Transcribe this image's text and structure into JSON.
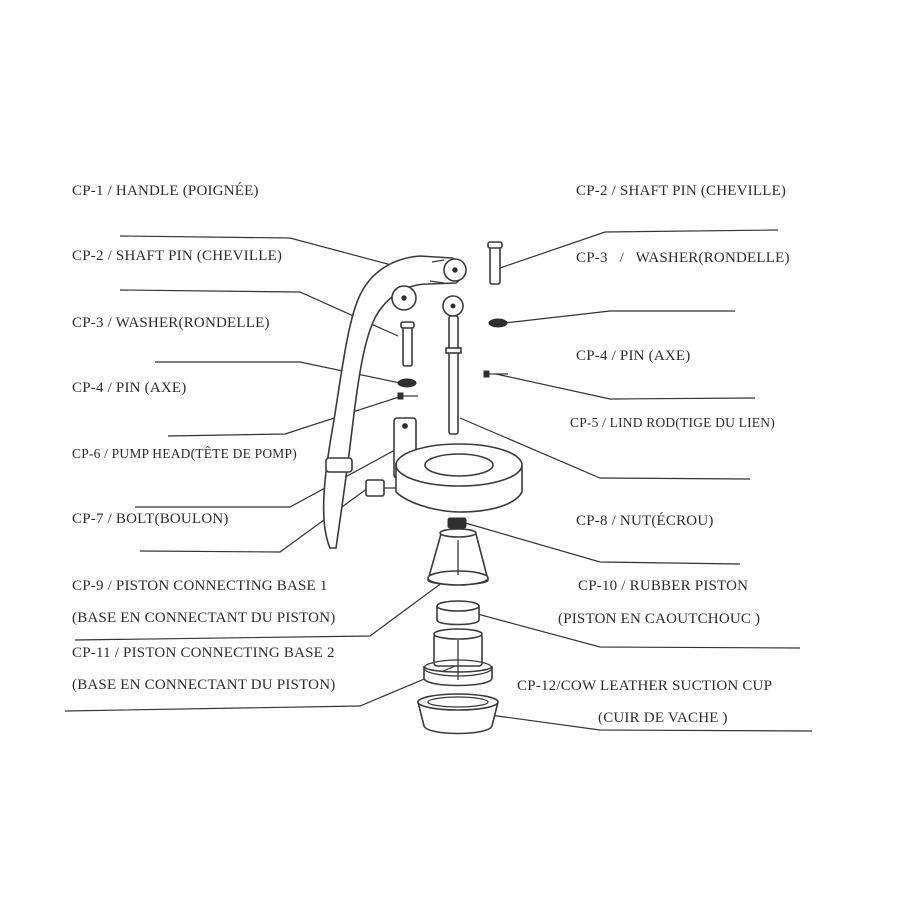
{
  "labels": {
    "cp1": "CP-1 / HANDLE (POIGNÉE)",
    "cp2_left": "CP-2 / SHAFT PIN (CHEVILLE)",
    "cp3_left": "CP-3 / WASHER(RONDELLE)",
    "cp4_left": "CP-4 / PIN (AXE)",
    "cp6": "CP-6 / PUMP HEAD(TÊTE DE POMP)",
    "cp7": "CP-7 / BOLT(BOULON)",
    "cp9_line1": "CP-9 / PISTON CONNECTING BASE 1",
    "cp9_line2": "(BASE EN CONNECTANT DU PISTON)",
    "cp11_line1": "CP-11 / PISTON CONNECTING BASE 2",
    "cp11_line2": "(BASE EN CONNECTANT DU PISTON)",
    "cp2_right": "CP-2 / SHAFT PIN (CHEVILLE)",
    "cp3_right": "CP-3 / WASHER(RONDELLE)",
    "cp4_right": "CP-4 / PIN (AXE)",
    "cp5": "CP-5 / LIND ROD(TIGE DU LIEN)",
    "cp8": "CP-8 / NUT(ÉCROU)",
    "cp10_line1": "CP-10 / RUBBER PISTON",
    "cp10_line2": "(PISTON EN CAOUTCHOUC )",
    "cp12_line1": "CP-12/COW LEATHER SUCTION CUP",
    "cp12_line2": "(CUIR DE VACHE )"
  }
}
